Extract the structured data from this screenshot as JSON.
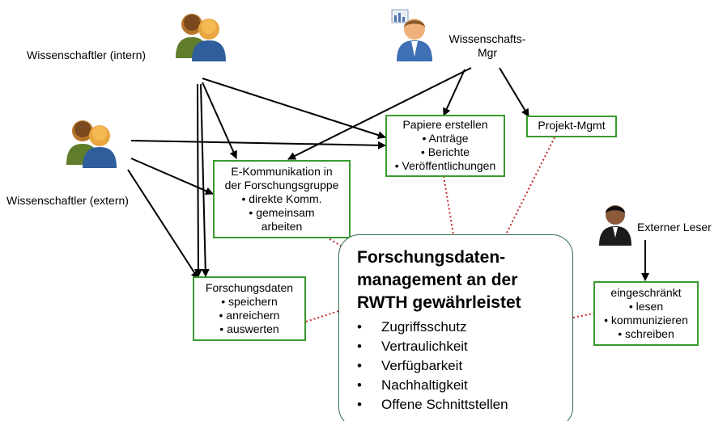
{
  "actors": {
    "intern": "Wissenschaftler (intern)",
    "extern": "Wissenschaftler (extern)",
    "mgr_line1": "Wissenschafts-",
    "mgr_line2": "Mgr",
    "reader": "Externer Leser"
  },
  "boxes": {
    "papiere": {
      "title": "Papiere erstellen",
      "items": [
        "• Anträge",
        "• Berichte",
        "• Veröffentlichungen"
      ]
    },
    "projekt": {
      "title": "Projekt-Mgmt"
    },
    "ekomm": {
      "line1": "E-Kommunikation in",
      "line2": "der Forschungsgruppe",
      "items": [
        "• direkte Komm.",
        "• gemeinsam",
        "arbeiten"
      ]
    },
    "fdaten": {
      "title": "Forschungsdaten",
      "items": [
        "• speichern",
        "• anreichern",
        "• auswerten"
      ]
    },
    "eingeschraenkt": {
      "title": "eingeschränkt",
      "items": [
        "• lesen",
        "• kommunizieren",
        "• schreiben"
      ]
    }
  },
  "center": {
    "title_lines": [
      "Forschungsdaten-",
      "management an der",
      "RWTH gewährleistet"
    ],
    "items": [
      "Zugriffsschutz",
      "Vertraulichkeit",
      "Verfügbarkeit",
      "Nachhaltigkeit",
      "Offene Schnittstellen"
    ]
  },
  "colors": {
    "box_border": "#3a9a2e",
    "arrow": "#000000",
    "dotted": "#c0282d",
    "center_border": "#2f6b4f"
  }
}
